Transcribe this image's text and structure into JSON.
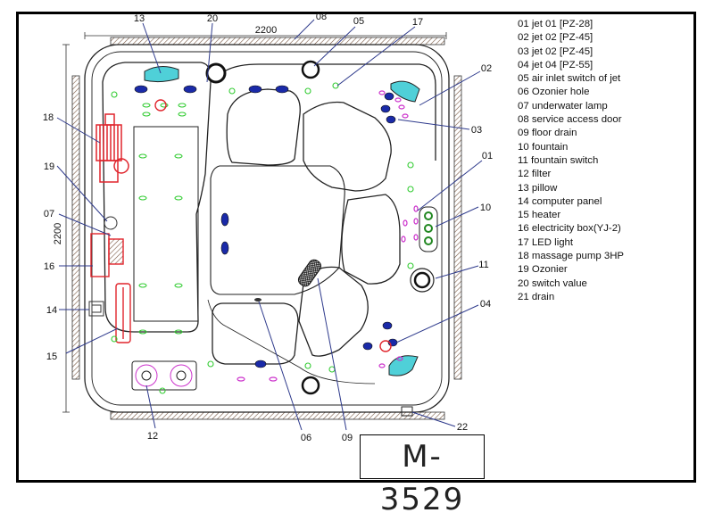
{
  "drawing": {
    "model": "M-3529",
    "dimension_top": "2200",
    "dimension_side": "2200"
  },
  "callouts": [
    "13",
    "20",
    "08",
    "05",
    "17",
    "02",
    "03",
    "01",
    "10",
    "11",
    "04",
    "22",
    "09",
    "06",
    "12",
    "15",
    "14",
    "16",
    "07",
    "19",
    "18"
  ],
  "legend": [
    "01 jet  01 [PZ-28]",
    "02 jet  02 [PZ-45]",
    "03 jet  02 [PZ-45]",
    "04 jet  04 [PZ-55]",
    "05 air inlet switch of jet",
    "06 Ozonier  hole",
    "07 underwater lamp",
    "08 service access door",
    "09 floor drain",
    "10 fountain",
    "11 fountain switch",
    "12 filter",
    "13 pillow",
    "14 computer panel",
    "15 heater",
    "16 electricity box(YJ-2)",
    "17 LED  light",
    "18 massage pump 3HP",
    "19 Ozonier",
    "20 switch value",
    "21 drain"
  ],
  "colors": {
    "outline": "#222222",
    "pump": "#e0242c",
    "jet_blue": "#1a2aa8",
    "jet_pink": "#cc33cc",
    "led_green": "#33cc33",
    "pillow": "#4fd0d8",
    "panel_wood": "#a0826d",
    "leader": "#2e3a8c"
  }
}
